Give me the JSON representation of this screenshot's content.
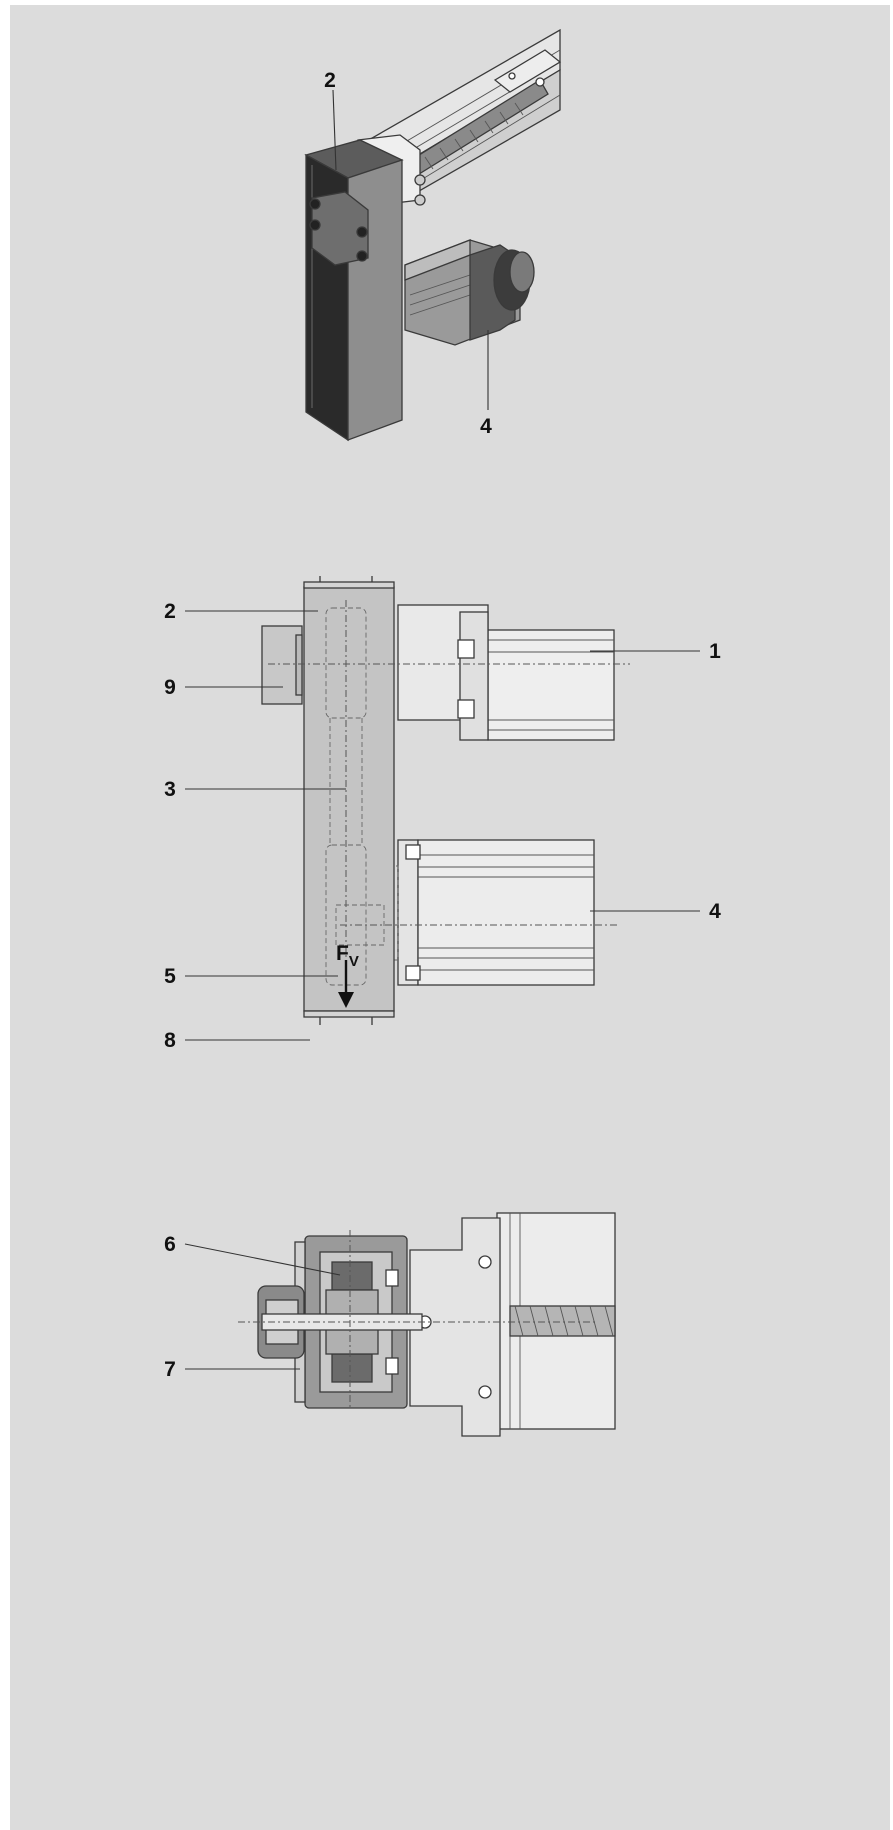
{
  "figure_top": {
    "callouts": {
      "housing": "2",
      "motor": "4"
    }
  },
  "figure_middle": {
    "callouts": {
      "housing": "2",
      "linear_module": "1",
      "coupling": "9",
      "belt": "3",
      "motor": "4",
      "pulley": "5",
      "cover": "8"
    },
    "force_label": "F",
    "force_subscript": "V"
  },
  "figure_bottom": {
    "callouts": {
      "clamping_hub": "6",
      "clamping_set": "7"
    }
  },
  "colors": {
    "background": "#dcdcdc",
    "housing_light": "#c4c4c4",
    "housing_dark": "#2a2a2a",
    "outline": "#3a3a3a"
  }
}
